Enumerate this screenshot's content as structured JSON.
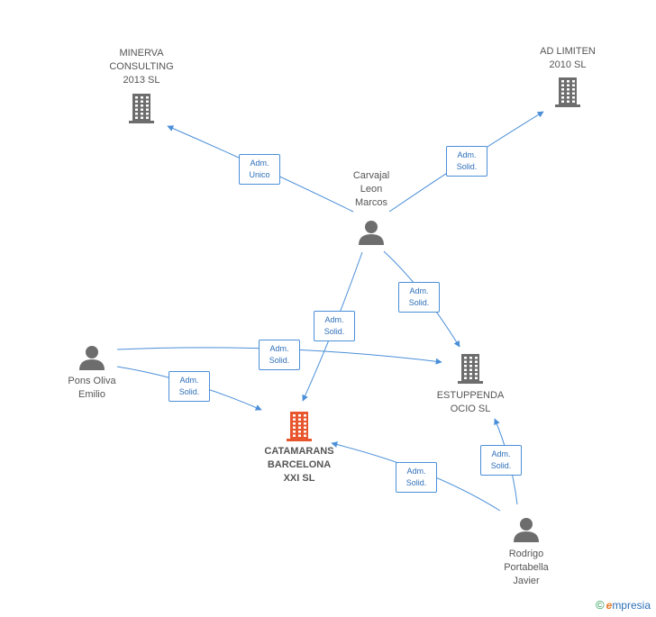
{
  "colors": {
    "edge": "#4a8fd8",
    "company": "#6d6d6d",
    "company_main": "#e8562e",
    "person": "#6d6d6d",
    "brand_orange": "#e87722",
    "brand_green": "#2a9a55"
  },
  "nodes": {
    "minerva": {
      "label": "MINERVA\nCONSULTING\n2013  SL",
      "icon": "building-icon"
    },
    "adlimiten": {
      "label": "AD LIMITEN\n2010 SL",
      "icon": "building-icon"
    },
    "carvajal": {
      "label": "Carvajal\nLeon\nMarcos",
      "icon": "person-icon"
    },
    "pons": {
      "label": "Pons Oliva\nEmilio",
      "icon": "person-icon"
    },
    "estuppenda": {
      "label": "ESTUPPENDA\nOCIO SL",
      "icon": "building-icon"
    },
    "catamarans": {
      "label": "CATAMARANS\nBARCELONA\nXXI SL",
      "icon": "building-icon"
    },
    "rodrigo": {
      "label": "Rodrigo\nPortabella\nJavier",
      "icon": "person-icon"
    }
  },
  "edges": [
    {
      "from": "carvajal",
      "to": "minerva",
      "label": "Adm.\nUnico"
    },
    {
      "from": "carvajal",
      "to": "adlimiten",
      "label": "Adm.\nSolid."
    },
    {
      "from": "carvajal",
      "to": "estuppenda",
      "label": "Adm.\nSolid."
    },
    {
      "from": "carvajal",
      "to": "catamarans",
      "label": "Adm.\nSolid."
    },
    {
      "from": "pons",
      "to": "estuppenda",
      "label": "Adm.\nSolid."
    },
    {
      "from": "pons",
      "to": "catamarans",
      "label": "Adm.\nSolid."
    },
    {
      "from": "rodrigo",
      "to": "catamarans",
      "label": "Adm.\nSolid."
    },
    {
      "from": "rodrigo",
      "to": "estuppenda",
      "label": "Adm.\nSolid."
    }
  ],
  "brand": {
    "copyright": "©",
    "e": "e",
    "rest": "mpresia"
  }
}
